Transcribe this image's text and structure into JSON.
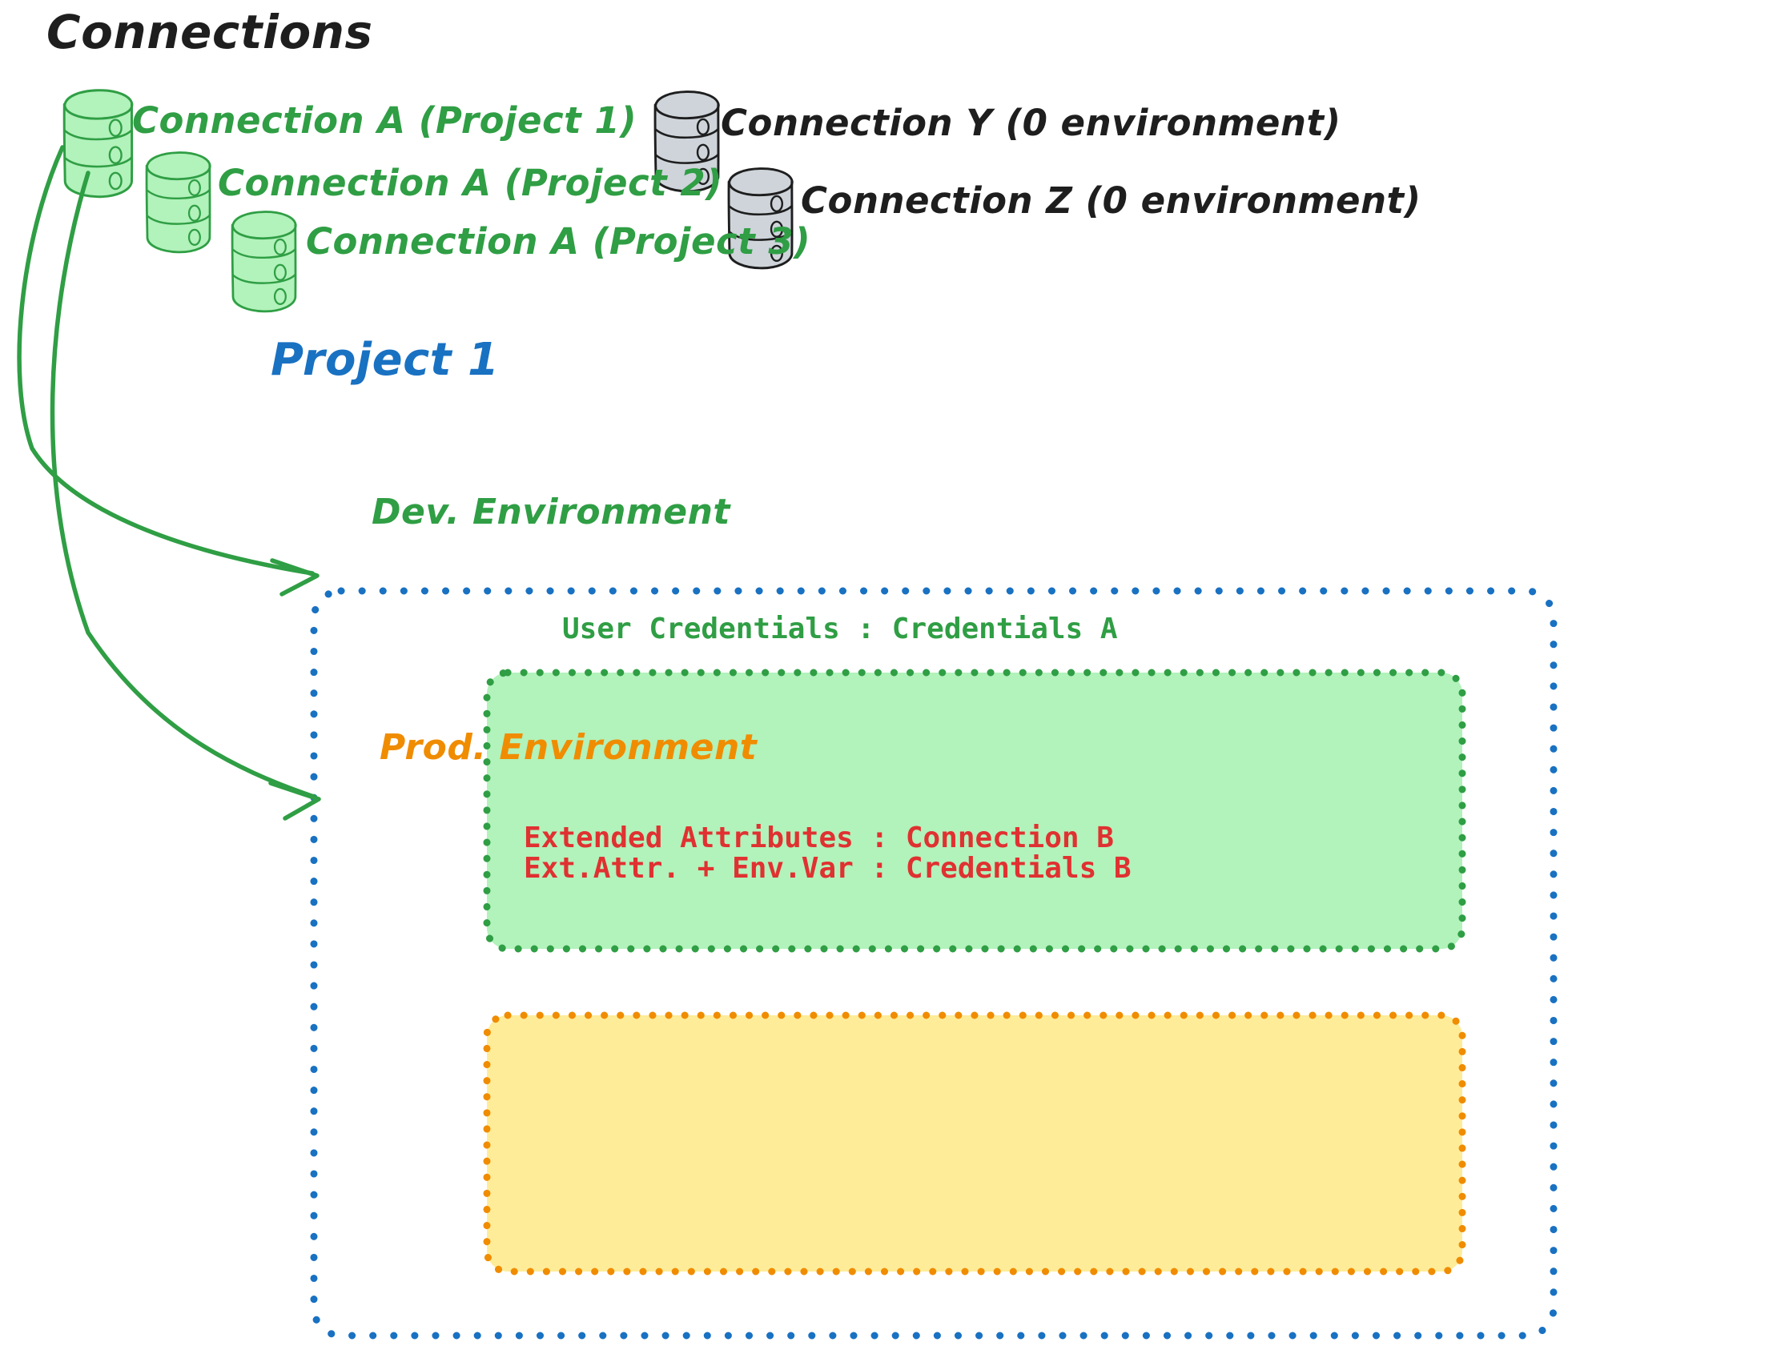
{
  "diagram": {
    "title": "Connections",
    "connections": [
      {
        "id": "a1",
        "label": "Connection A (Project 1)",
        "color": "#2f9e44",
        "variant": "green",
        "icon": "database-cylinder-icon"
      },
      {
        "id": "a2",
        "label": "Connection A (Project 2)",
        "color": "#2f9e44",
        "variant": "green",
        "icon": "database-cylinder-icon"
      },
      {
        "id": "a3",
        "label": "Connection A (Project 3)",
        "color": "#2f9e44",
        "variant": "green",
        "icon": "database-cylinder-icon"
      },
      {
        "id": "y",
        "label": "Connection Y (0 environment)",
        "color": "#1e1e1e",
        "variant": "gray",
        "icon": "database-cylinder-icon"
      },
      {
        "id": "z",
        "label": "Connection Z (0 environment)",
        "color": "#1e1e1e",
        "variant": "gray",
        "icon": "database-cylinder-icon"
      }
    ],
    "project": {
      "title": "Project 1",
      "color": "#1971c2",
      "environments": [
        {
          "id": "dev",
          "title": "Dev. Environment",
          "border_color": "#2f9e44",
          "fill_color": "#b2f2bb",
          "text_color": "#2f9e44",
          "lines": [
            "User Credentials : Credentials A"
          ]
        },
        {
          "id": "prod",
          "title": "Prod. Environment",
          "border_color": "#f08c00",
          "fill_color": "#ffec99",
          "text_color": "#e03131",
          "lines": [
            "Extended Attributes : Connection B",
            "Ext.Attr. + Env.Var : Credentials B"
          ]
        }
      ]
    },
    "arrows": [
      {
        "id": "arrow-to-dev",
        "from": "connection-a-project-1",
        "to": "dev-environment",
        "color": "#2f9e44"
      },
      {
        "id": "arrow-to-prod",
        "from": "connection-a-project-1",
        "to": "prod-environment",
        "color": "#2f9e44"
      }
    ],
    "colors": {
      "green_stroke": "#2f9e44",
      "green_fill": "#b2f2bb",
      "gray_stroke": "#1e1e1e",
      "gray_fill": "#ced4da",
      "blue": "#1971c2",
      "orange": "#f08c00",
      "orange_fill": "#ffec99",
      "red": "#e03131",
      "ink": "#1e1e1e"
    }
  }
}
